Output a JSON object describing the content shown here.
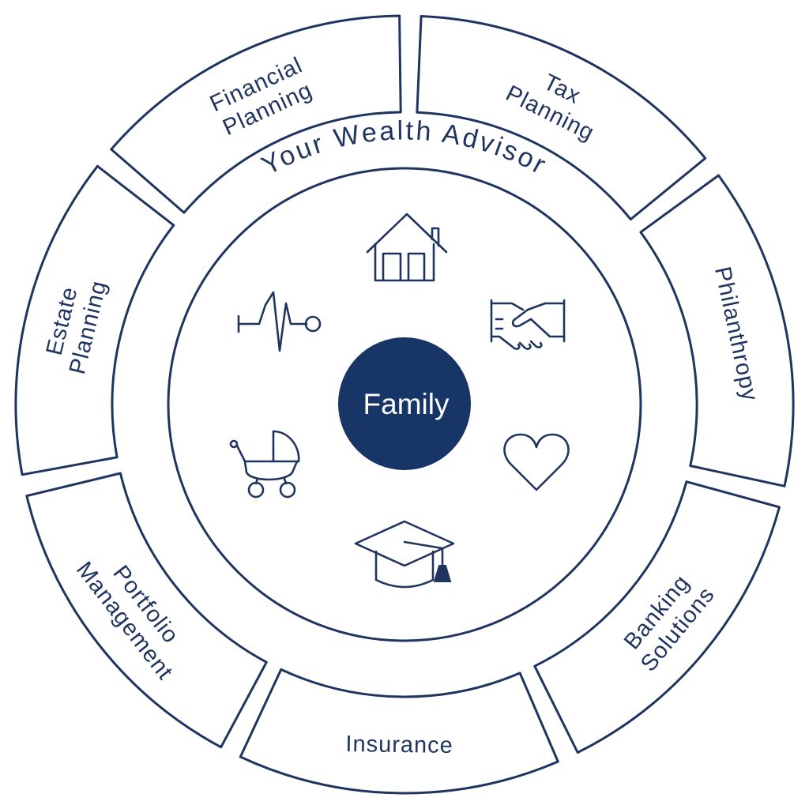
{
  "hub": {
    "label": "Family",
    "color": "#173566"
  },
  "ring_title": "Your Wealth Advisor",
  "ink_color": "#1f3560",
  "segments": [
    {
      "id": "estate",
      "lines": [
        "Estate",
        "Planning"
      ]
    },
    {
      "id": "financial",
      "lines": [
        "Financial",
        "Planning"
      ]
    },
    {
      "id": "tax",
      "lines": [
        "Tax",
        "Planning"
      ]
    },
    {
      "id": "philanthropy",
      "lines": [
        "Philanthropy"
      ]
    },
    {
      "id": "banking",
      "lines": [
        "Banking",
        "Solutions"
      ]
    },
    {
      "id": "insurance",
      "lines": [
        "Insurance"
      ]
    },
    {
      "id": "portfolio",
      "lines": [
        "Portfolio",
        "Management"
      ]
    }
  ],
  "icons": [
    "house-icon",
    "handshake-icon",
    "heart-icon",
    "graduation-cap-icon",
    "stroller-icon",
    "heartbeat-icon"
  ]
}
